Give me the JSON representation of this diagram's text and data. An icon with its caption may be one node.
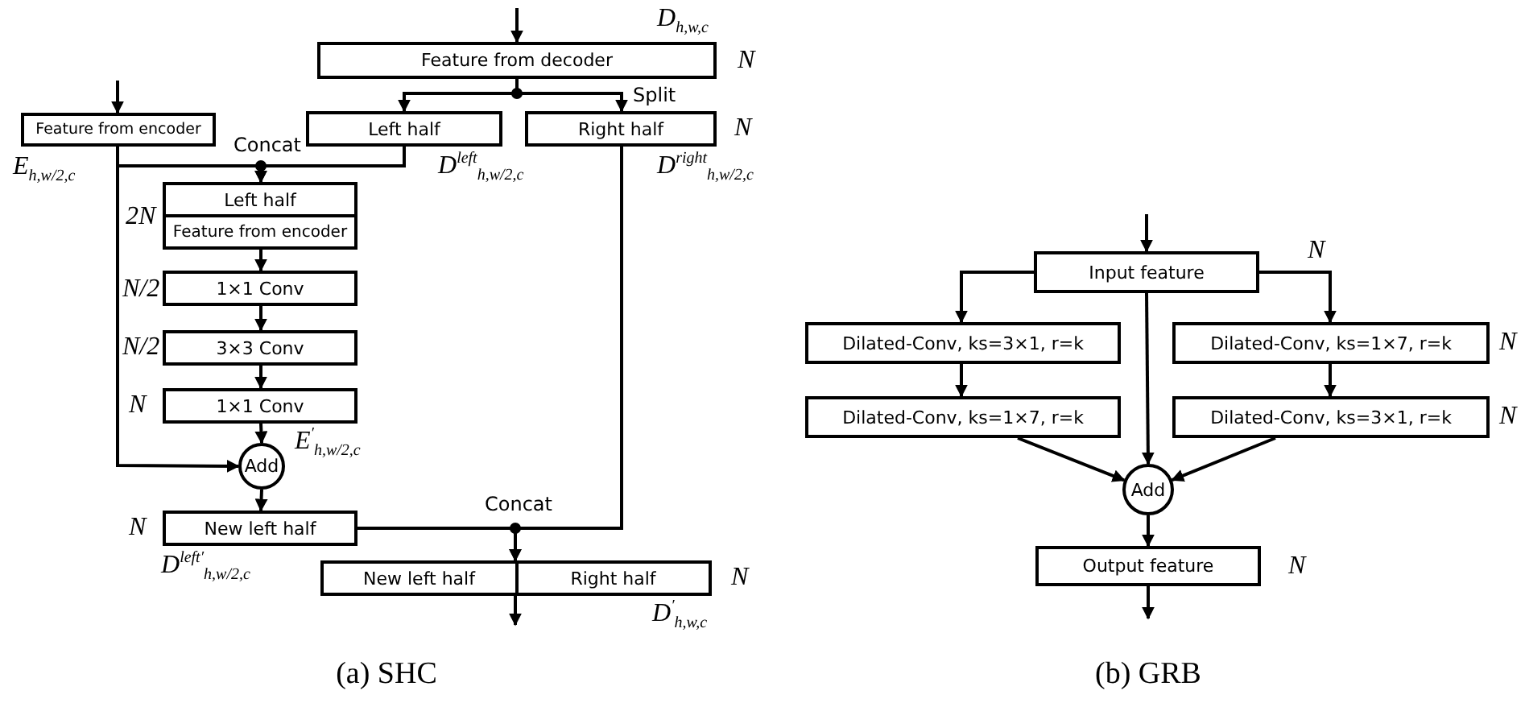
{
  "diagram": {
    "nodes": [
      {
        "text": [
          "Feature from decoder"
        ],
        "beside": [
          "D$_{h,w,c}$",
          "N"
        ]
      },
      {
        "text": [
          "Left half"
        ],
        "beside": [
          "D$^{left}$$_{h,w/2,c}$"
        ]
      },
      {
        "text": [
          "Right half"
        ],
        "beside": [
          "N",
          "D$^{right}$$_{h,w/2,c}$"
        ]
      },
      {
        "text": [
          "Feature from encoder"
        ],
        "beside": [
          "E$_{h,w/2,c}$"
        ]
      },
      {
        "text": [
          "Left half",
          "Feature from encoder"
        ],
        "beside": [
          "2N"
        ]
      },
      {
        "text": [
          "1×1 Conv"
        ],
        "beside": [
          "N/2"
        ]
      },
      {
        "text": [
          "3×3 Conv"
        ],
        "beside": [
          "N/2"
        ]
      },
      {
        "text": [
          "1×1 Conv"
        ],
        "beside": [
          "N",
          "E$^{′}$$_{h,w/2,c}$"
        ]
      },
      {
        "text": [
          "Add"
        ]
      },
      {
        "text": [
          "New left half"
        ],
        "beside": [
          "N",
          "D$^{left′}$$_{h,w/2,c}$"
        ]
      },
      {
        "text": [
          "New left half",
          "Right half"
        ],
        "beside": [
          "N",
          "D$^{′}$$_{h,w,c}$"
        ]
      },
      {
        "text": [
          "Input feature"
        ],
        "beside": [
          "N"
        ]
      },
      {
        "text": [
          "Dilated-Conv, ks=3×1, r=k"
        ]
      },
      {
        "text": [
          "Dilated-Conv, ks=1×7, r=k"
        ],
        "beside": [
          "N"
        ]
      },
      {
        "text": [
          "Dilated-Conv, ks=1×7, r=k"
        ]
      },
      {
        "text": [
          "Dilated-Conv, ks=3×1, r=k"
        ],
        "beside": [
          "N"
        ]
      },
      {
        "text": [
          "Add"
        ]
      },
      {
        "text": [
          "Output feature"
        ],
        "beside": [
          "N"
        ]
      }
    ],
    "edges": [
      {
        "from": null,
        "to": 0,
        "arrow": "to"
      },
      {
        "from": 0,
        "to": 1,
        "arrow": "to"
      },
      {
        "from": 0,
        "to": 2,
        "arrow": "to",
        "label": "Split"
      },
      {
        "from": null,
        "to": 3,
        "arrow": "to"
      },
      {
        "from": 3,
        "to": 4,
        "arrow": "to",
        "label": "Concat"
      },
      {
        "from": 1,
        "to": 4,
        "arrow": "to"
      },
      {
        "from": 4,
        "to": 5,
        "arrow": "to"
      },
      {
        "from": 5,
        "to": 6,
        "arrow": "to"
      },
      {
        "from": 6,
        "to": 7,
        "arrow": "to"
      },
      {
        "from": 7,
        "to": 8,
        "arrow": "to"
      },
      {
        "from": 3,
        "to": 8,
        "arrow": "to"
      },
      {
        "from": 8,
        "to": 9,
        "arrow": "to"
      },
      {
        "from": 9,
        "to": 10,
        "arrow": "to",
        "label": "Concat"
      },
      {
        "from": 2,
        "to": 10,
        "arrow": "to"
      },
      {
        "from": 10,
        "to": null,
        "arrow": "to"
      },
      {
        "from": null,
        "to": 11,
        "arrow": "to"
      },
      {
        "from": 11,
        "to": 12,
        "arrow": "to"
      },
      {
        "from": 11,
        "to": 13,
        "arrow": "to"
      },
      {
        "from": 11,
        "to": 16,
        "arrow": "to"
      },
      {
        "from": 12,
        "to": 14,
        "arrow": "to"
      },
      {
        "from": 13,
        "to": 15,
        "arrow": "to"
      },
      {
        "from": 14,
        "to": 16,
        "arrow": "to"
      },
      {
        "from": 15,
        "to": 16,
        "arrow": "to"
      },
      {
        "from": 16,
        "to": 17,
        "arrow": "to"
      },
      {
        "from": 17,
        "to": null,
        "arrow": "to"
      }
    ],
    "labels": [
      "(a) SHC",
      "(b) GRB"
    ]
  }
}
